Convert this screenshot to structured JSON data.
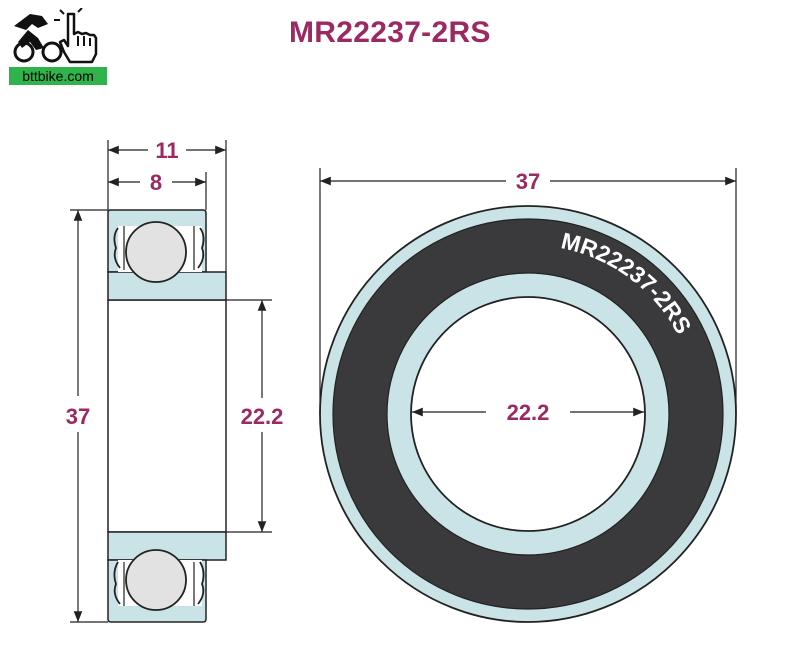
{
  "title": "MR22237-2RS",
  "logo": {
    "text": "bttbike.com",
    "icon": "cyclist-hand-icon"
  },
  "dimensions": {
    "side_width_outer": "11",
    "side_width_inner": "8",
    "outer_diameter_side": "37",
    "bore_side": "22.2",
    "outer_diameter_front": "37",
    "bore_front": "22.2"
  },
  "ring_label": "MR22237-2RS",
  "colors": {
    "accent": "#9b2a62",
    "ring_fill": "#c9e3e6",
    "seal_fill": "#3a3a3c",
    "ball_fill": "#e2e2e2",
    "line": "#222222"
  }
}
